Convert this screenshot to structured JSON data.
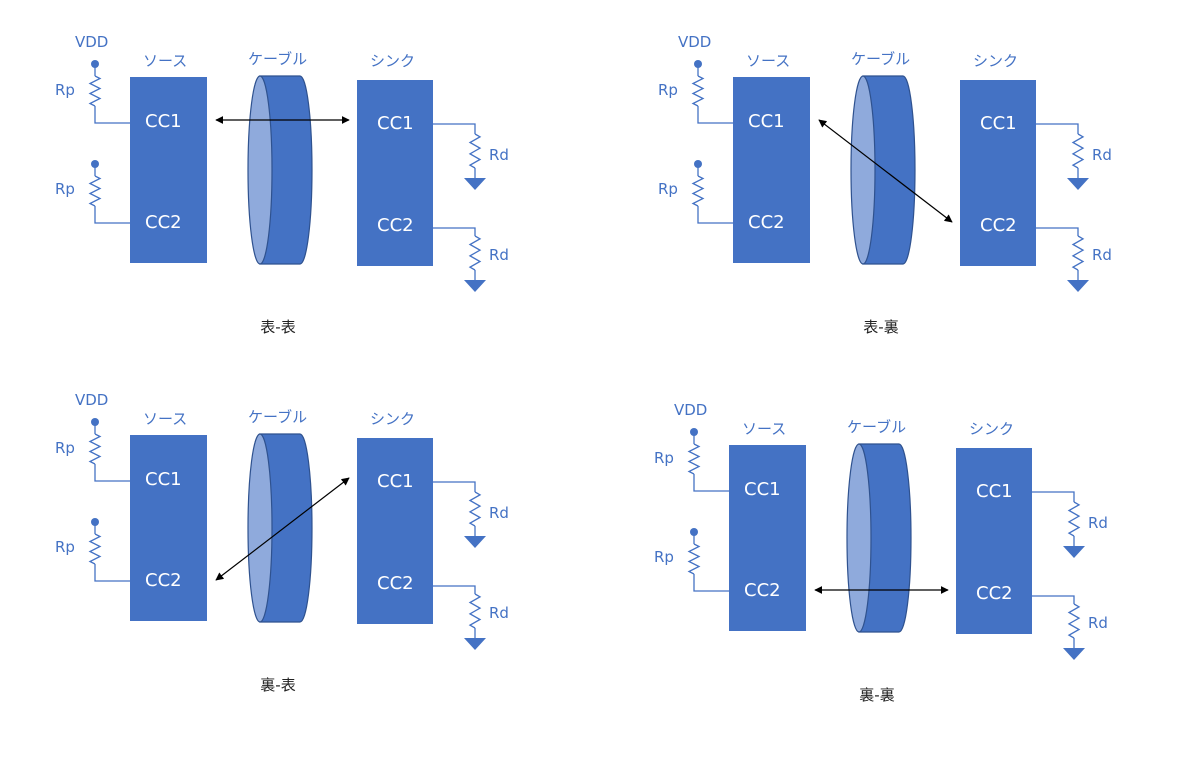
{
  "labels": {
    "vdd": "VDD",
    "source": "ソース",
    "cable": "ケーブル",
    "sink": "シンク",
    "cc1": "CC1",
    "cc2": "CC2",
    "rp": "Rp",
    "rd": "Rd"
  },
  "colors": {
    "primary": "#4472c4",
    "cable_face": "#8faadc",
    "arrow": "#000000"
  },
  "panels": [
    {
      "caption": "表-表",
      "connection": [
        "CC1",
        "CC1"
      ]
    },
    {
      "caption": "表-裏",
      "connection": [
        "CC1",
        "CC2"
      ]
    },
    {
      "caption": "裏-表",
      "connection": [
        "CC2",
        "CC1"
      ]
    },
    {
      "caption": "裏-裏",
      "connection": [
        "CC2",
        "CC2"
      ]
    }
  ]
}
